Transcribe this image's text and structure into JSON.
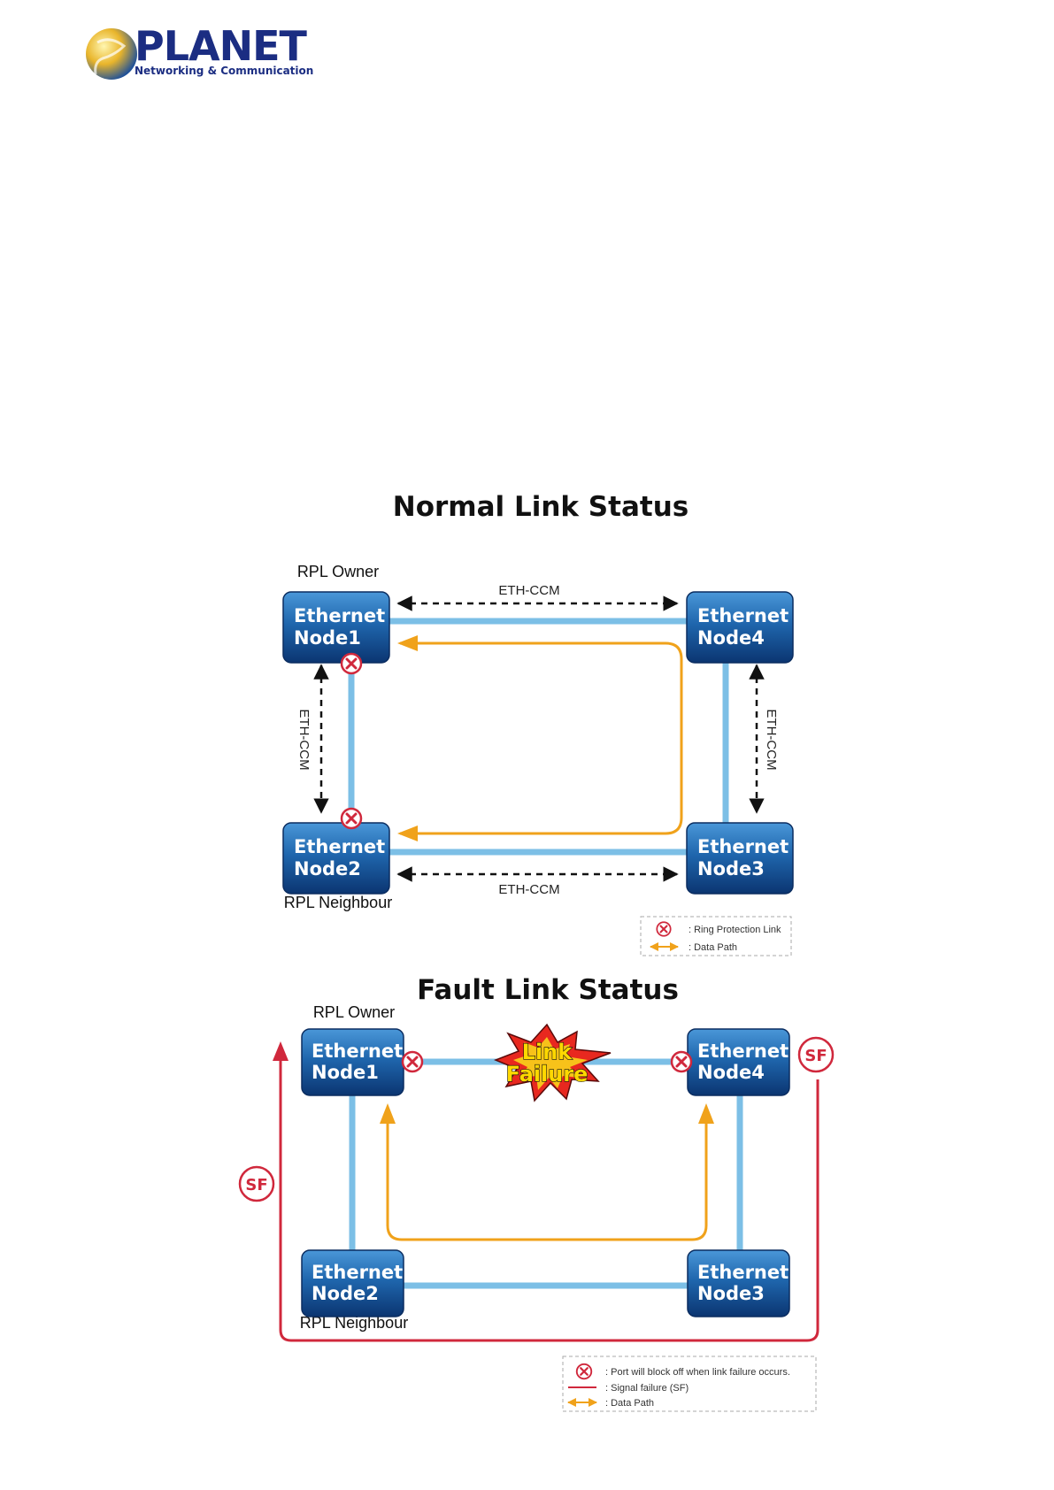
{
  "logo": {
    "word": "PLANET",
    "tagline": "Networking & Communication"
  },
  "normal": {
    "title": "Normal Link Status",
    "rpl_owner": "RPL Owner",
    "rpl_neighbour": "RPL Neighbour",
    "ccm_label": "ETH-CCM",
    "nodes": [
      {
        "line1": "Ethernet",
        "line2": "Node1"
      },
      {
        "line1": "Ethernet",
        "line2": "Node4"
      },
      {
        "line1": "Ethernet",
        "line2": "Node2"
      },
      {
        "line1": "Ethernet",
        "line2": "Node3"
      }
    ],
    "legend": [
      {
        "icon": "blocked-port-icon",
        "text": ": Ring Protection Link"
      },
      {
        "icon": "data-path-arrow-icon",
        "text": ": Data Path"
      }
    ]
  },
  "fault": {
    "title": "Fault Link Status",
    "rpl_owner": "RPL Owner",
    "rpl_neighbour": "RPL Neighbour",
    "burst": {
      "line1": "Link",
      "line2": "Failure"
    },
    "sf_label": "SF",
    "nodes": [
      {
        "line1": "Ethernet",
        "line2": "Node1"
      },
      {
        "line1": "Ethernet",
        "line2": "Node4"
      },
      {
        "line1": "Ethernet",
        "line2": "Node2"
      },
      {
        "line1": "Ethernet",
        "line2": "Node3"
      }
    ],
    "legend": [
      {
        "icon": "blocked-port-icon",
        "text": ": Port will block off when link failure occurs."
      },
      {
        "icon": "signal-failure-line-icon",
        "text": ": Signal failure (SF)"
      },
      {
        "icon": "data-path-arrow-icon",
        "text": ": Data Path"
      }
    ]
  },
  "colors": {
    "link": "#7cbfe6",
    "data_path": "#f0a21b",
    "signal_failure": "#d0283c",
    "node_top": "#3a86c8",
    "node_bottom": "#0d3f7d"
  }
}
